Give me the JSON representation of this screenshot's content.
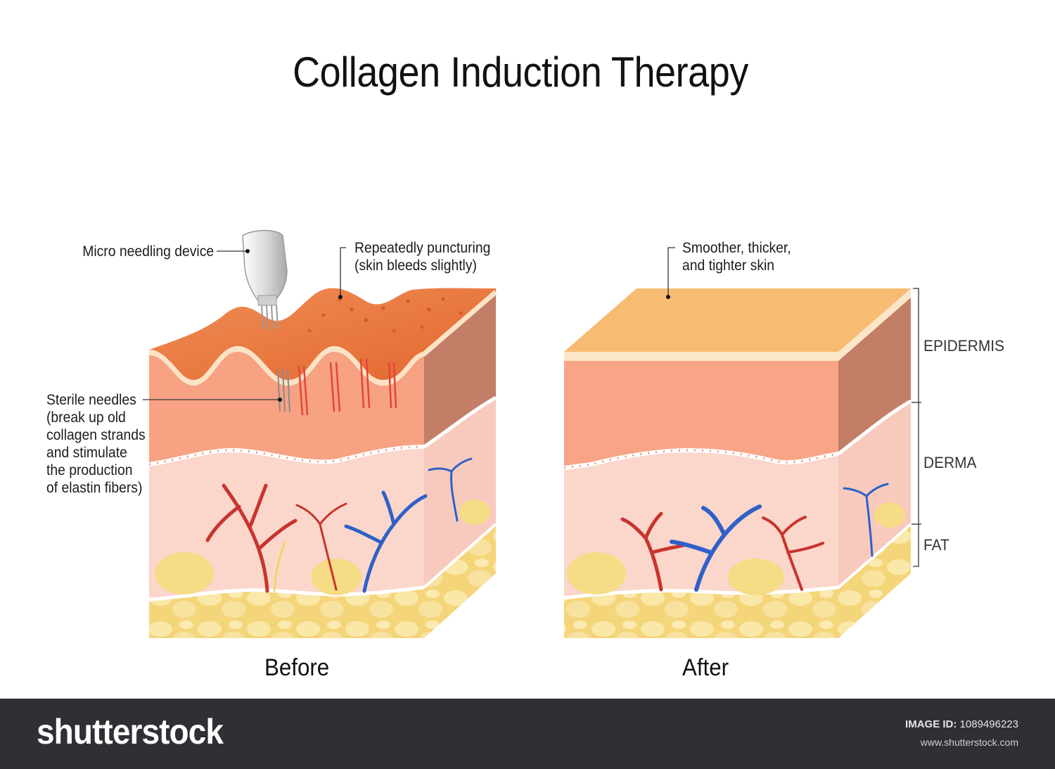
{
  "title": "Collagen Induction Therapy",
  "labels": {
    "device": "Micro needling device",
    "puncture": [
      "Repeatedly puncturing",
      "(skin bleeds slightly)"
    ],
    "needles": [
      "Sterile needles",
      "(break up old",
      "collagen strands",
      "and stimulate",
      "the production",
      "of elastin fibers)"
    ],
    "smoother": [
      "Smoother, thicker,",
      "and tighter skin"
    ]
  },
  "layers": {
    "epidermis": "EPIDERMIS",
    "derma": "DERMA",
    "fat": "FAT"
  },
  "captions": {
    "before": "Before",
    "after": "After"
  },
  "watermark": "shutterstock",
  "footer": {
    "brand": "shutterstock",
    "image_id_label": "IMAGE ID:",
    "image_id": "1089496223",
    "site": "www.shutterstock.com"
  },
  "colors": {
    "epidermis_top_before": "#ec7a45",
    "epidermis_top_after": "#f9bb72",
    "derma_front": "#f8a486",
    "dermis_lower": "#fbd6cb",
    "side_face": "#c08068",
    "fat": "#f6dc84",
    "vein": "#2e60c8",
    "artery": "#c82a2a"
  }
}
